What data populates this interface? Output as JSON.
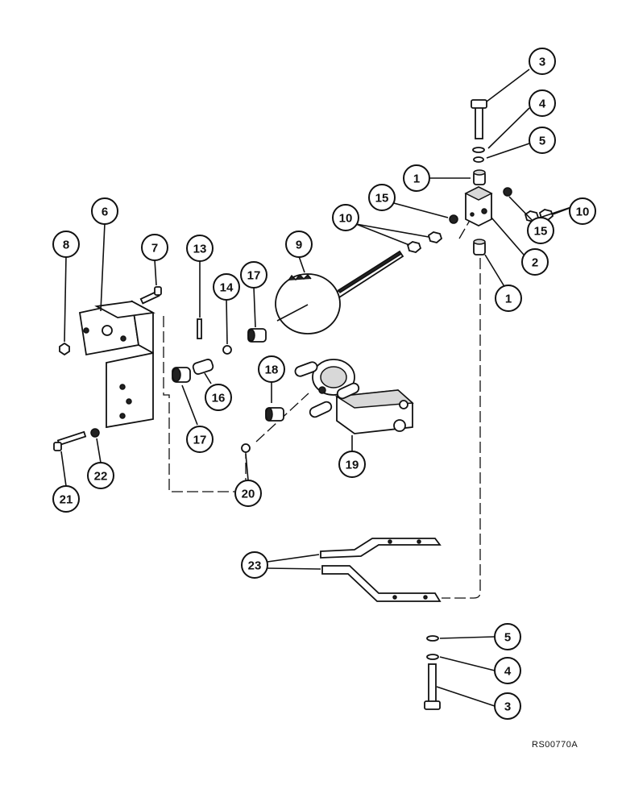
{
  "reference_code": "RS00770A",
  "callouts": [
    {
      "id": "c1a",
      "label": "3"
    },
    {
      "id": "c2a",
      "label": "4"
    },
    {
      "id": "c3a",
      "label": "5"
    },
    {
      "id": "c4a",
      "label": "1"
    },
    {
      "id": "c5a",
      "label": "15"
    },
    {
      "id": "c6a",
      "label": "10"
    },
    {
      "id": "c7a",
      "label": "10"
    },
    {
      "id": "c8a",
      "label": "15"
    },
    {
      "id": "c9a",
      "label": "2"
    },
    {
      "id": "c10a",
      "label": "1"
    },
    {
      "id": "c11",
      "label": "6"
    },
    {
      "id": "c12",
      "label": "8"
    },
    {
      "id": "c13",
      "label": "7"
    },
    {
      "id": "c14",
      "label": "13"
    },
    {
      "id": "c15",
      "label": "9"
    },
    {
      "id": "c16",
      "label": "14"
    },
    {
      "id": "c17",
      "label": "17"
    },
    {
      "id": "c18",
      "label": "16"
    },
    {
      "id": "c19",
      "label": "17"
    },
    {
      "id": "c20",
      "label": "18"
    },
    {
      "id": "c21",
      "label": "19"
    },
    {
      "id": "c22",
      "label": "22"
    },
    {
      "id": "c23",
      "label": "21"
    },
    {
      "id": "c24",
      "label": "20"
    },
    {
      "id": "c25",
      "label": "23"
    },
    {
      "id": "c26",
      "label": "5"
    },
    {
      "id": "c27",
      "label": "4"
    },
    {
      "id": "c28",
      "label": "3"
    }
  ]
}
